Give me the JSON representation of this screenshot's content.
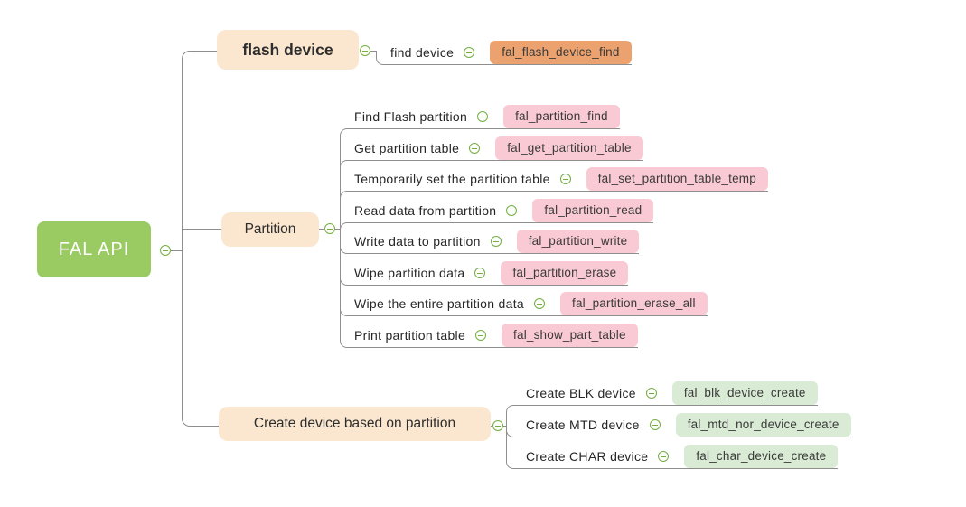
{
  "root": {
    "label": "FAL API"
  },
  "branches": [
    {
      "label": "flash device",
      "children": [
        {
          "label": "find device",
          "fn": "fal_flash_device_find"
        }
      ]
    },
    {
      "label": "Partition",
      "children": [
        {
          "label": "Find Flash partition",
          "fn": "fal_partition_find"
        },
        {
          "label": "Get partition table",
          "fn": "fal_get_partition_table"
        },
        {
          "label": "Temporarily set the partition table",
          "fn": "fal_set_partition_table_temp"
        },
        {
          "label": "Read data from partition",
          "fn": "fal_partition_read"
        },
        {
          "label": "Write data to partition",
          "fn": "fal_partition_write"
        },
        {
          "label": "Wipe partition data",
          "fn": "fal_partition_erase"
        },
        {
          "label": "Wipe the entire partition data",
          "fn": "fal_partition_erase_all"
        },
        {
          "label": "Print partition table",
          "fn": "fal_show_part_table"
        }
      ]
    },
    {
      "label": "Create device based on partition",
      "children": [
        {
          "label": "Create BLK device",
          "fn": "fal_blk_device_create"
        },
        {
          "label": "Create MTD device",
          "fn": "fal_mtd_nor_device_create"
        },
        {
          "label": "Create CHAR device",
          "fn": "fal_char_device_create"
        }
      ]
    }
  ],
  "icons": {
    "collapse": "minus-circle-icon"
  },
  "colors": {
    "root_bg": "#9ACB62",
    "branch_bg": "#FBE7CF",
    "fn_pink": "#F9CAD4",
    "fn_orange": "#ECA26F",
    "fn_green": "#D9EBD4",
    "line": "#8E8E8E",
    "collapse_icon": "#74AE44"
  }
}
